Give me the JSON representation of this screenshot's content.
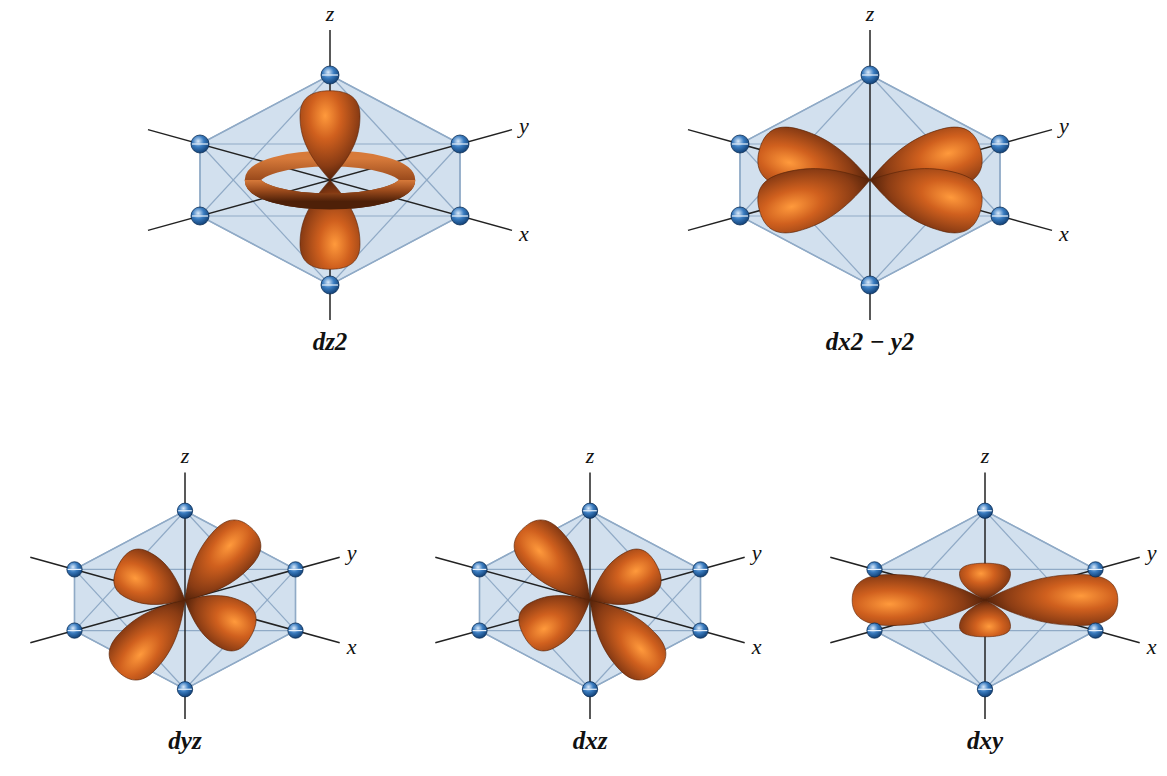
{
  "diagram": {
    "labels": [
      "z",
      "y",
      "x",
      "dz2",
      "z",
      "y",
      "x",
      "dx2 − y2",
      "z",
      "y",
      "x",
      "dyz",
      "z",
      "y",
      "x",
      "dxz",
      "z",
      "y",
      "x",
      "dxy"
    ]
  }
}
